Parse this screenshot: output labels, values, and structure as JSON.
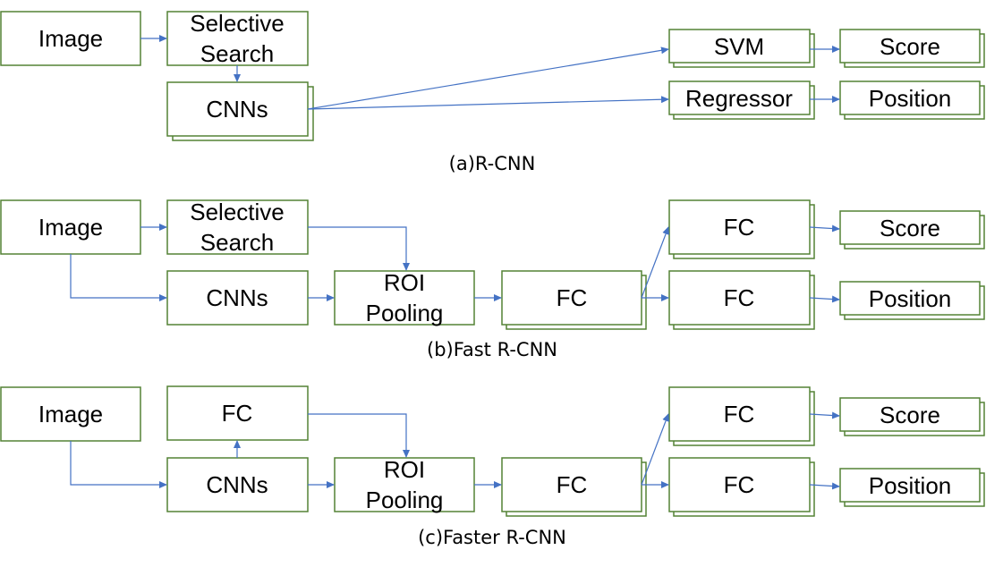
{
  "diagram": {
    "rcnn": {
      "image": "Image",
      "selective_search": [
        "Selective",
        "Search"
      ],
      "cnns": "CNNs",
      "svm": "SVM",
      "regressor": "Regressor",
      "score": "Score",
      "position": "Position",
      "caption": "(a)R-CNN"
    },
    "fast_rcnn": {
      "image": "Image",
      "selective_search": [
        "Selective",
        "Search"
      ],
      "cnns": "CNNs",
      "roi_pooling": [
        "ROI",
        "Pooling"
      ],
      "fc_main": "FC",
      "fc_score": "FC",
      "fc_position": "FC",
      "score": "Score",
      "position": "Position",
      "caption": "(b)Fast R-CNN"
    },
    "faster_rcnn": {
      "image": "Image",
      "fc_top": "FC",
      "cnns": "CNNs",
      "roi_pooling": [
        "ROI",
        "Pooling"
      ],
      "fc_main": "FC",
      "fc_score": "FC",
      "fc_position": "FC",
      "score": "Score",
      "position": "Position",
      "caption": "(c)Faster R-CNN"
    }
  },
  "colors": {
    "box_border": "#548235",
    "arrow": "#4472c4",
    "text": "#000000"
  }
}
